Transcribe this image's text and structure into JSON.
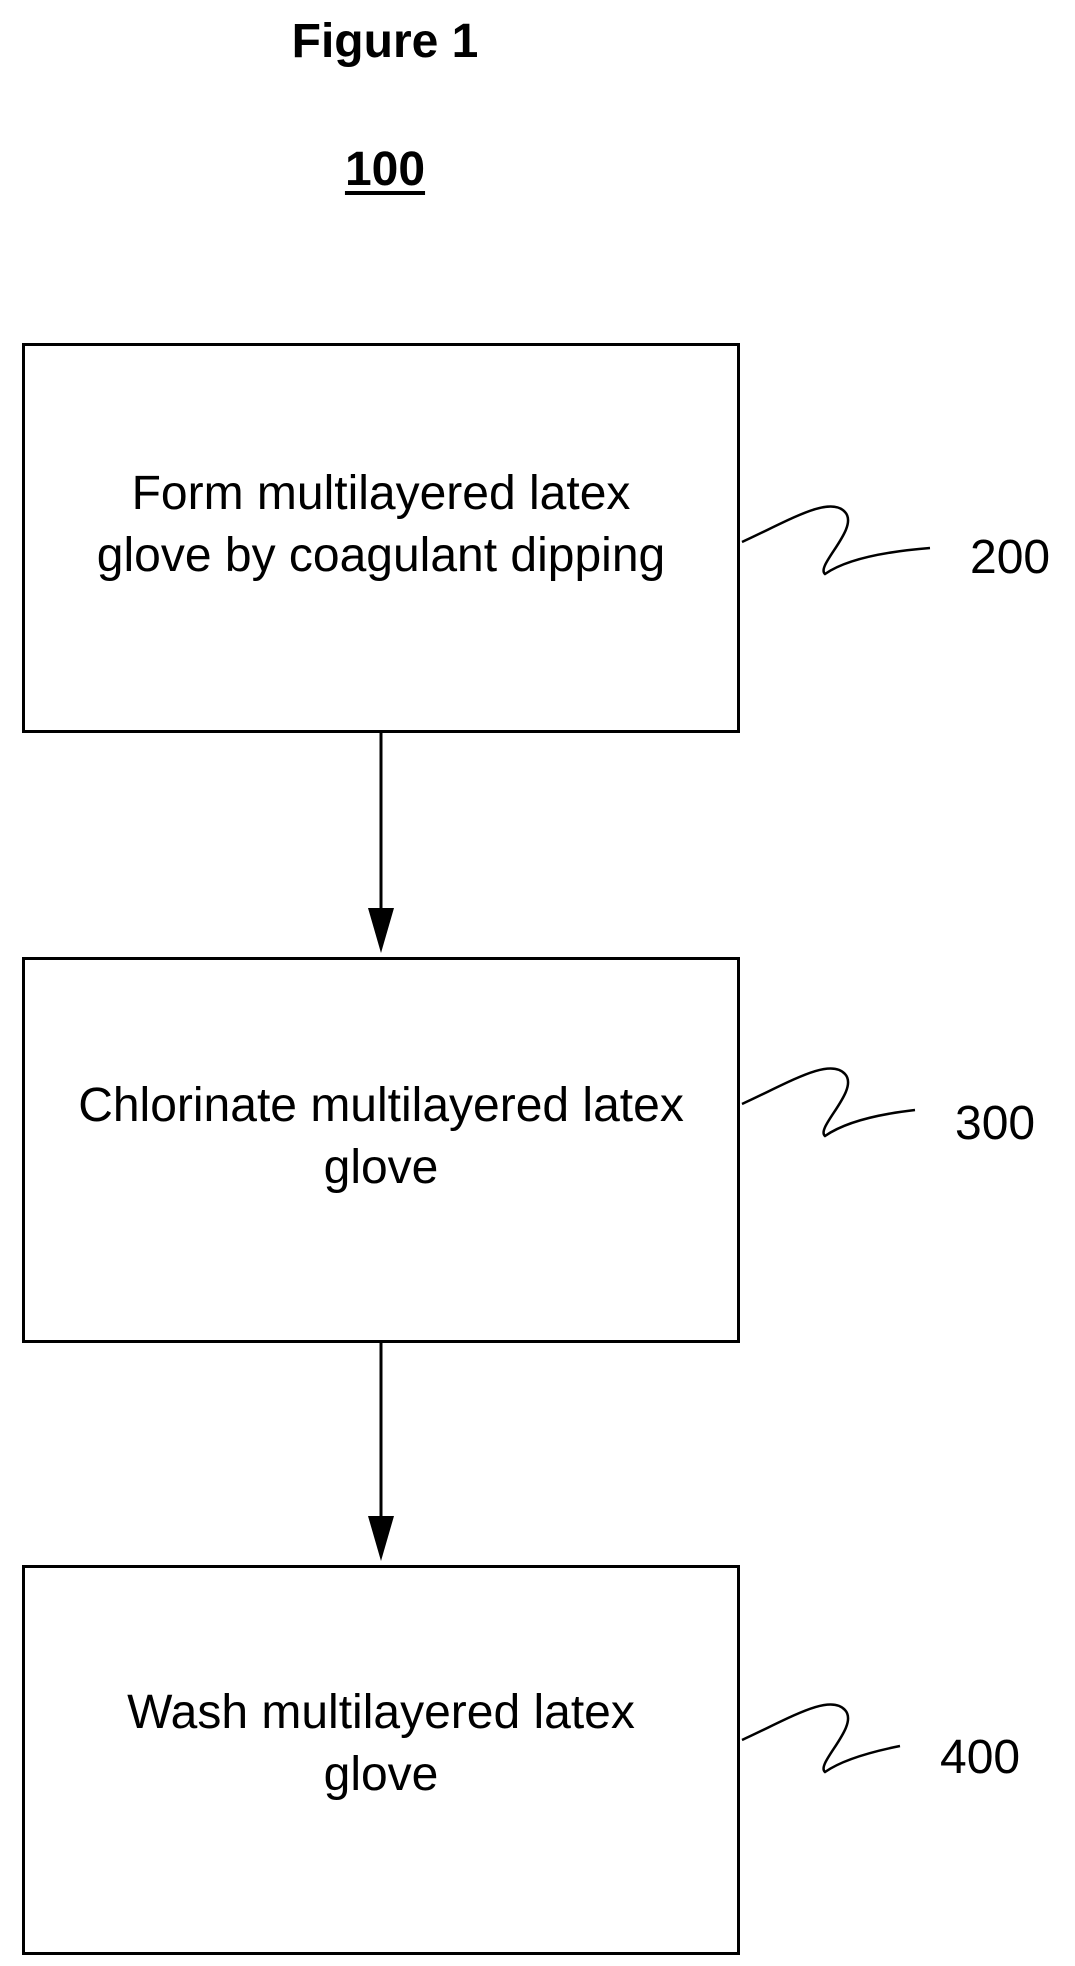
{
  "figure": {
    "title": "Figure 1",
    "number": "100"
  },
  "steps": [
    {
      "id": "200",
      "line1": "Form multilayered latex",
      "line2": "glove by coagulant dipping",
      "ref": "200"
    },
    {
      "id": "300",
      "line1": "Chlorinate multilayered latex",
      "line2": "glove",
      "ref": "300"
    },
    {
      "id": "400",
      "line1": "Wash multilayered latex",
      "line2": "glove",
      "ref": "400"
    }
  ],
  "colors": {
    "stroke": "#000000",
    "background": "#ffffff"
  }
}
